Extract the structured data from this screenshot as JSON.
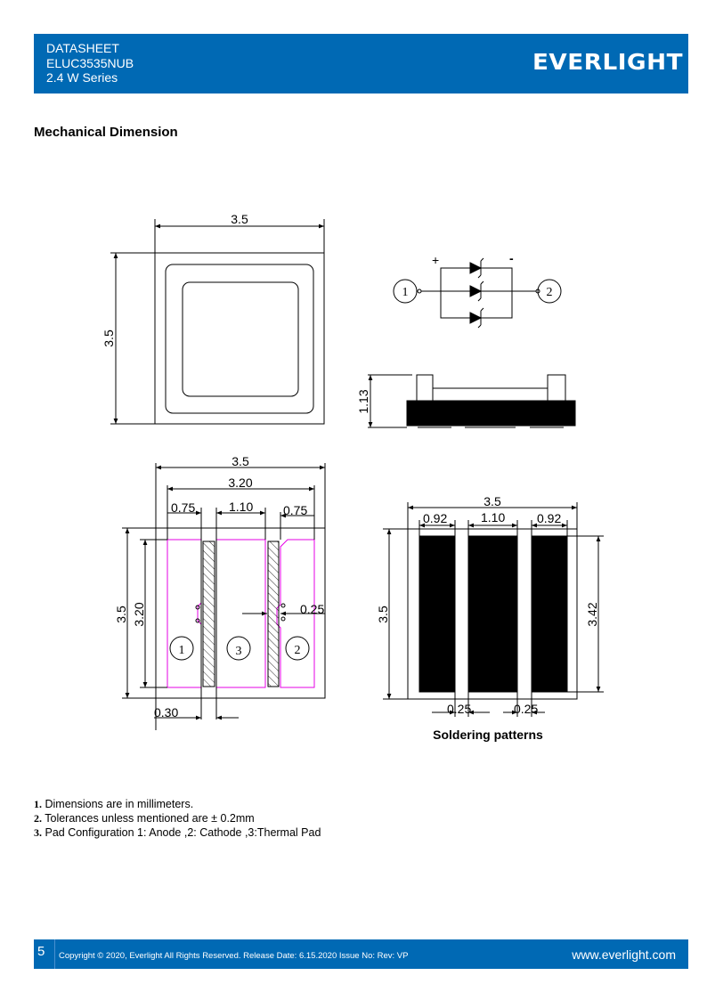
{
  "header": {
    "lines": [
      "DATASHEET",
      "ELUC3535NUB",
      "2.4 W Series"
    ],
    "logo": "EVERLIGHT",
    "color": "#0069b4"
  },
  "section_title": "Mechanical Dimension",
  "top_view": {
    "width": "3.5",
    "height": "3.5"
  },
  "circuit": {
    "plus": "+",
    "minus": "-",
    "pin1": "1",
    "pin2": "2"
  },
  "side_view": {
    "height": "1.13"
  },
  "bottom_view": {
    "width": "3.5",
    "inner_width": "3.20",
    "pad1_width": "0.75",
    "pad3_width": "1.10",
    "pad2_width": "0.75",
    "height": "3.5",
    "inner_height": "3.20",
    "gap": "0.25",
    "offset": "0.30",
    "pads": [
      "1",
      "3",
      "2"
    ]
  },
  "soldering": {
    "title": "Soldering patterns",
    "width": "3.5",
    "pad_widths": [
      "0.92",
      "1.10",
      "0.92"
    ],
    "height": "3.5",
    "pad_height": "3.42",
    "gaps": [
      "0.25",
      "0.25"
    ]
  },
  "notes": [
    {
      "num": "1.",
      "text": "Dimensions are in millimeters."
    },
    {
      "num": "2.",
      "text": "Tolerances unless mentioned are ± 0.2mm"
    },
    {
      "num": "3.",
      "text": "Pad Configuration 1: Anode ,2: Cathode ,3:Thermal Pad"
    }
  ],
  "footer": {
    "page": "5",
    "copyright": "Copyright © 2020, Everlight All Rights Reserved. Release Date: 6.15.2020 Issue No: Rev: VP",
    "website": "www.everlight.com"
  }
}
